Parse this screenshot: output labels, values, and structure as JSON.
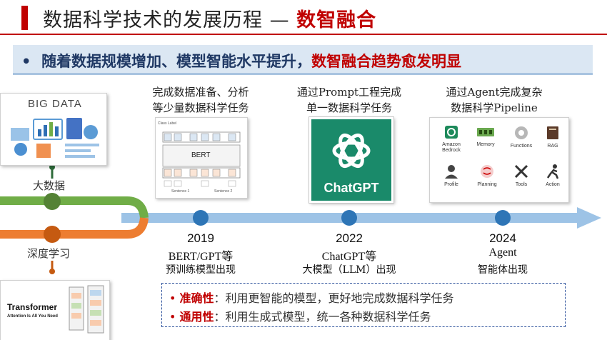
{
  "title": {
    "main": "数据科学技术的发展历程 — ",
    "highlight": "数智融合"
  },
  "banner": {
    "bullet": "•",
    "text": "随着数据规模增加、模型智能水平提升，",
    "highlight": "数智融合趋势愈发明显"
  },
  "left": {
    "bigdata_label": "BIG DATA",
    "bigdata_lane": "大数据",
    "deeplearning_lane": "深度学习",
    "transformer_title": "Transformer",
    "transformer_subtitle": "Attention Is All You Need"
  },
  "milestones": [
    {
      "caption_line1": "完成数据准备、分析",
      "caption_line2": "等少量数据科学任务",
      "year": "2019",
      "sub1": "BERT/GPT等",
      "sub2": "预训练模型出现"
    },
    {
      "caption_line1": "通过Prompt工程完成",
      "caption_line2": "单一数据科学任务",
      "year": "2022",
      "sub1": "ChatGPT等",
      "sub2": "大模型（LLM）出现"
    },
    {
      "caption_line1": "通过Agent完成复杂",
      "caption_line2": "数据科学Pipeline",
      "year": "2024",
      "sub1": "Agent",
      "sub2": "智能体出现"
    }
  ],
  "bert_card": {
    "label": "BERT",
    "class_label": "Class Label",
    "sentence1": "Sentence 1",
    "sentence2": "Sentence 2"
  },
  "chatgpt_card": {
    "label": "ChatGPT"
  },
  "agent_card": {
    "items": [
      {
        "label": "Amazon Bedrock",
        "icon": "bedrock-icon"
      },
      {
        "label": "Memory",
        "icon": "memory-icon"
      },
      {
        "label": "Functions",
        "icon": "functions-icon"
      },
      {
        "label": "RAG",
        "icon": "book-icon"
      },
      {
        "label": "Profile",
        "icon": "profile-icon"
      },
      {
        "label": "Planning",
        "icon": "planning-icon"
      },
      {
        "label": "Tools",
        "icon": "tools-icon"
      },
      {
        "label": "Action",
        "icon": "action-icon"
      }
    ]
  },
  "bottom": {
    "bullet": "•",
    "item1_label": "准确性",
    "item1_text": "：利用更智能的模型，更好地完成数据科学任务",
    "item2_label": "通用性",
    "item2_text": "：利用生成式模型，统一各种数据科学任务"
  },
  "colors": {
    "accent_red": "#c00000",
    "navy": "#1f3864",
    "timeline_blue": "#9dc3e6",
    "node_blue": "#2e75b6",
    "bigdata_green": "#70ad47",
    "deeplearning_orange": "#ed7d31",
    "chatgpt_green": "#1a8a6a"
  }
}
